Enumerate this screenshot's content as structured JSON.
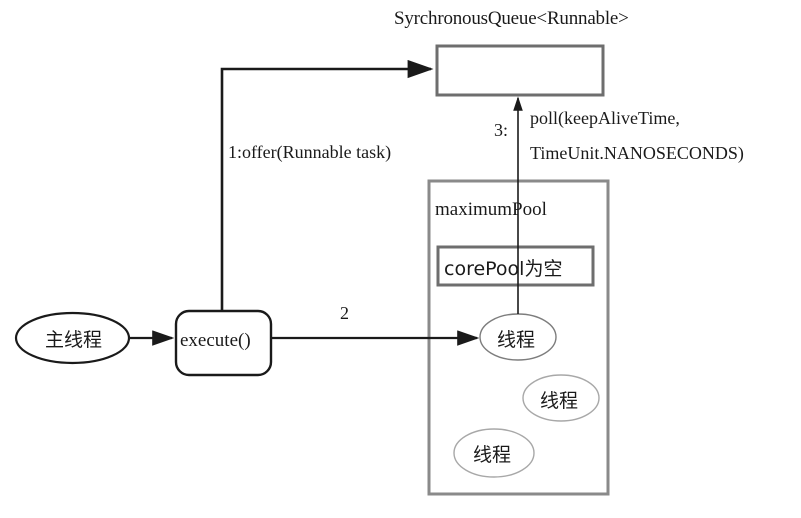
{
  "diagram": {
    "title": "ThreadPoolExecutor SynchronousQueue flow",
    "colors": {
      "stroke_dark": "#1a1a1a",
      "stroke_gray": "#808080",
      "stroke_light": "#b0b0b0",
      "background": "#ffffff",
      "text": "#1a1a1a"
    },
    "queue": {
      "title": "SyrchronousQueue<Runnable>",
      "box_name": "synchronous-queue-box"
    },
    "arrows": {
      "offer_label": "1:offer(Runnable task)",
      "step2_label": "2",
      "poll_index": "3:",
      "poll_line1": "poll(keepAliveTime,",
      "poll_line2": "TimeUnit.NANOSECONDS)"
    },
    "pool": {
      "maximum_pool_label": "maximumPool",
      "core_pool_label": "corePool为空"
    },
    "nodes": {
      "main_thread": "主线程",
      "execute": "execute()"
    },
    "threads": [
      {
        "label": "线程"
      },
      {
        "label": "线程"
      },
      {
        "label": "线程"
      }
    ]
  }
}
